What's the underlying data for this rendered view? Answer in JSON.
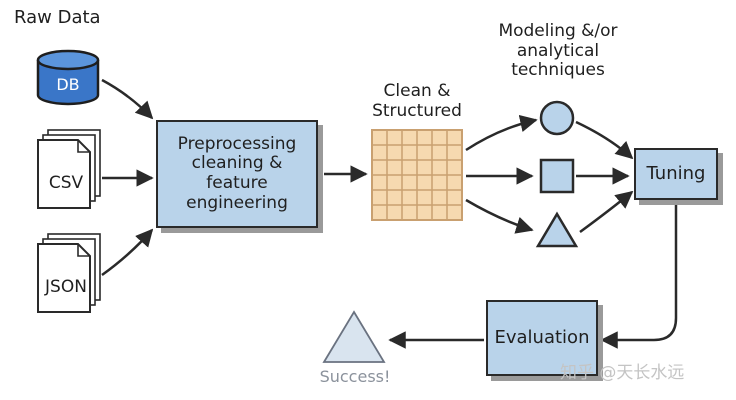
{
  "diagram": {
    "sources_title": "Raw Data",
    "source_db": "DB",
    "source_csv": "CSV",
    "source_json": "JSON",
    "preprocessing": "Preprocessing\ncleaning &\nfeature\nengineering",
    "clean_structured": "Clean &\nStructured",
    "modeling": "Modeling &/or\nanalytical\ntechniques",
    "tuning": "Tuning",
    "evaluation": "Evaluation",
    "success": "Success!"
  },
  "watermark": "知乎 @天长水远",
  "colors": {
    "box_fill": "#b9d3ea",
    "grid_fill": "#f6d9b0",
    "grid_line": "#c9a070",
    "stroke": "#2a2a2a",
    "success_fill": "#d9e4ef"
  }
}
